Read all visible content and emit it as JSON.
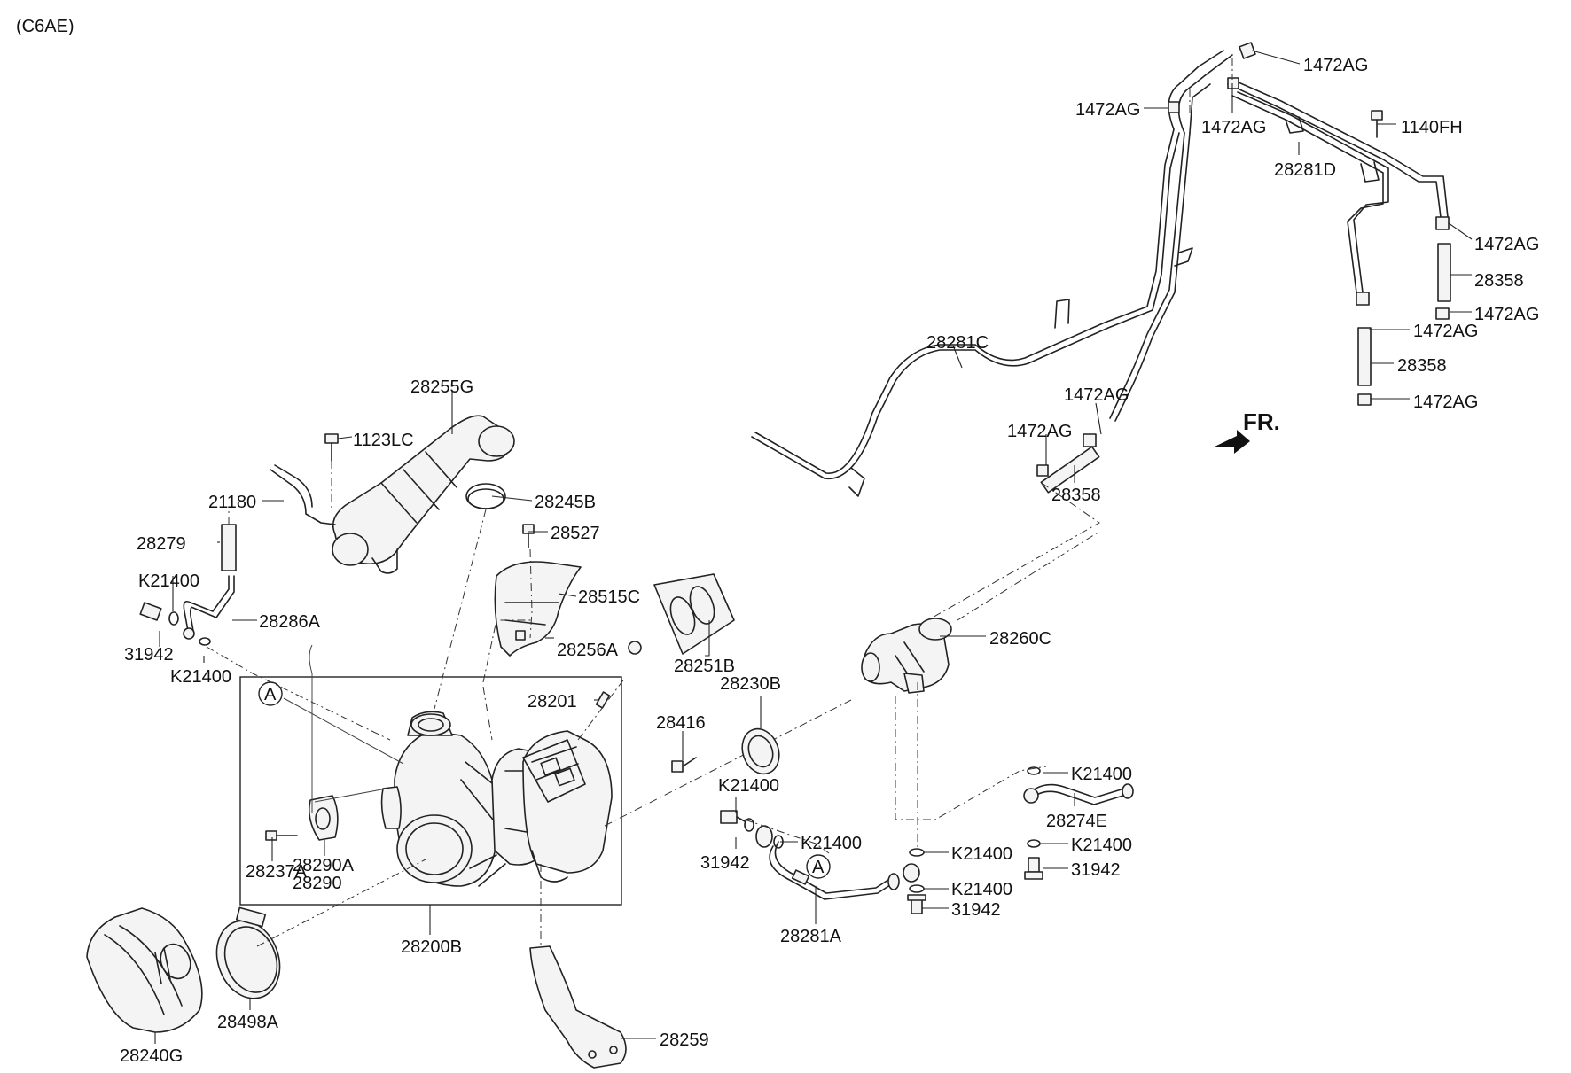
{
  "header": {
    "code": "(C6AE)"
  },
  "direction": {
    "label": "FR."
  },
  "ref_marker": "A",
  "labels": {
    "p1472AG_a": "1472AG",
    "p1472AG_b": "1472AG",
    "p1472AG_c": "1472AG",
    "p1472AG_d": "1472AG",
    "p1472AG_e": "1472AG",
    "p1472AG_f": "1472AG",
    "p1472AG_g": "1472AG",
    "p1472AG_h": "1472AG",
    "p1472AG_i": "1472AG",
    "p1140FH": "1140FH",
    "p28281D": "28281D",
    "p28358_a": "28358",
    "p28358_b": "28358",
    "p28358_c": "28358",
    "p28281C": "28281C",
    "p28255G": "28255G",
    "p1123LC": "1123LC",
    "p21180": "21180",
    "p28245B": "28245B",
    "p28279": "28279",
    "p28527": "28527",
    "pK21400_a": "K21400",
    "p28515C": "28515C",
    "p28286A": "28286A",
    "p31942_a": "31942",
    "pK21400_b": "K21400",
    "p28256A": "28256A",
    "p28251B": "28251B",
    "p28260C": "28260C",
    "p28230B": "28230B",
    "p28201": "28201",
    "p28416": "28416",
    "pK21400_c": "K21400",
    "pK21400_d": "K21400",
    "p28274E": "28274E",
    "pK21400_e": "K21400",
    "p31942_b": "31942",
    "pK21400_f": "K21400",
    "p31942_c": "31942",
    "pK21400_g": "K21400",
    "pK21400_h": "K21400",
    "p31942_d": "31942",
    "p28237A": "28237A",
    "p28290A": "28290A",
    "p28290": "28290",
    "p28281A": "28281A",
    "p28200B": "28200B",
    "p28240G": "28240G",
    "p28498A": "28498A",
    "p28259": "28259"
  }
}
